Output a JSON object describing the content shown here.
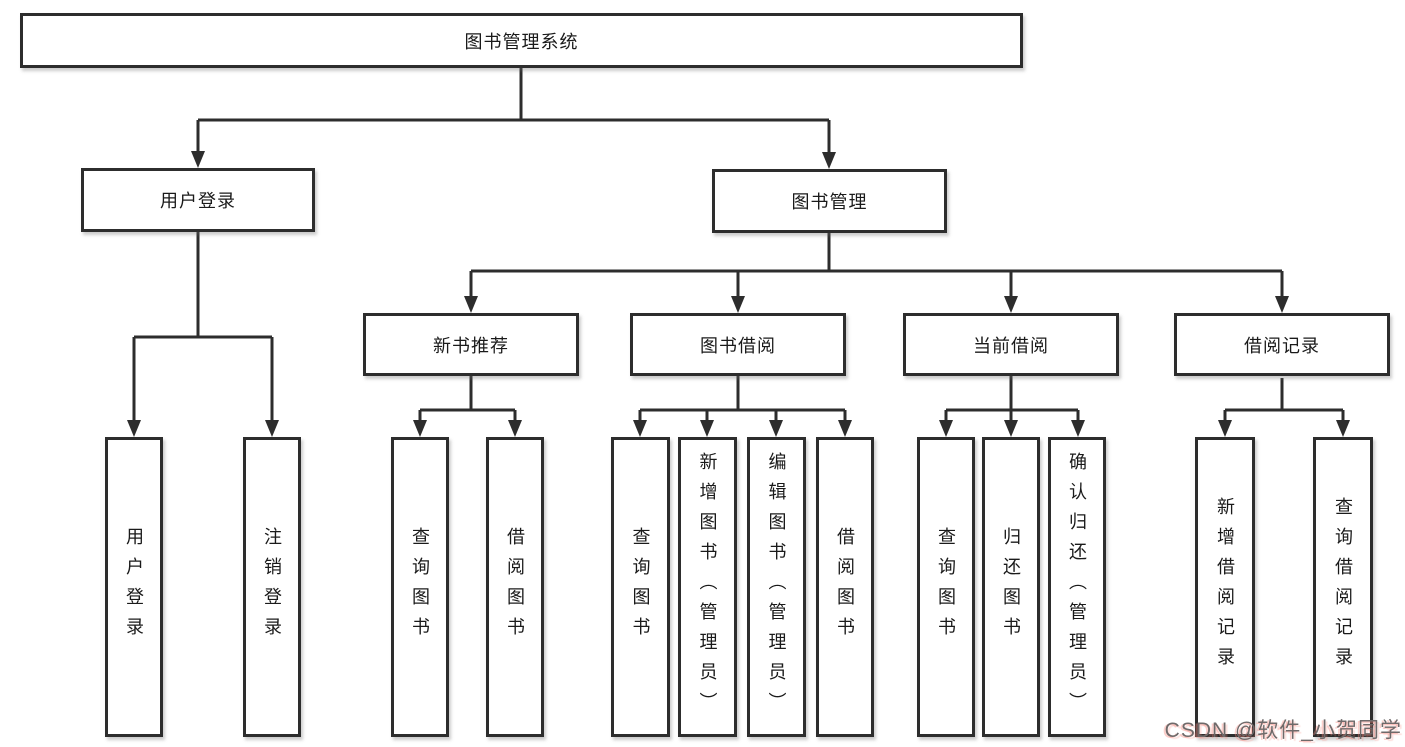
{
  "nodes": {
    "root": "图书管理系统",
    "user_login": "用户登录",
    "book_mgmt": "图书管理",
    "new_book_rec": "新书推荐",
    "book_borrow": "图书借阅",
    "current_borrow": "当前借阅",
    "borrow_record": "借阅记录",
    "leaf_user_login": "用户登录",
    "leaf_logout": "注销登录",
    "leaf_nbr_query": "查询图书",
    "leaf_nbr_borrow": "借阅图书",
    "leaf_bb_query": "查询图书",
    "leaf_bb_add": "新增图书（管理员）",
    "leaf_bb_edit": "编辑图书（管理员）",
    "leaf_bb_borrow": "借阅图书",
    "leaf_cb_query": "查询图书",
    "leaf_cb_return": "归还图书",
    "leaf_cb_confirm": "确认归还（管理员）",
    "leaf_br_add": "新增借阅记录",
    "leaf_br_query": "查询借阅记录"
  },
  "watermark": "CSDN @软件_小贺同学",
  "colors": {
    "line": "#2d2d2d",
    "text": "#1a1a1a",
    "box_bg": "#ffffff",
    "watermark": "#6f6a6a"
  }
}
